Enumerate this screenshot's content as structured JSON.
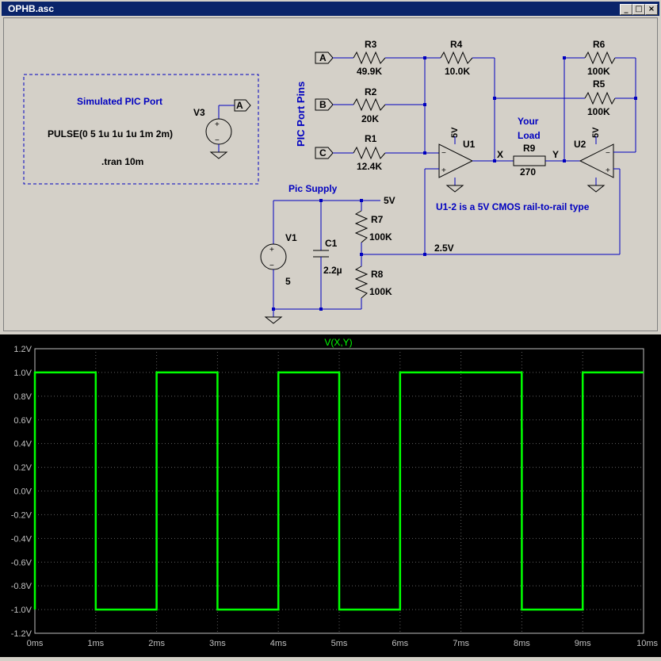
{
  "window": {
    "title": "OPHB.asc",
    "minimize_glyph": "_",
    "restore_glyph": "□",
    "close_glyph": "×"
  },
  "schematic": {
    "sim_box_title": "Simulated PIC Port",
    "pulse_text": "PULSE(0 5 1u 1u 1u 1m 2m)",
    "tran_text": ".tran 10m",
    "v3_label": "V3",
    "port_a": "A",
    "port_b": "B",
    "port_c": "C",
    "pic_port_pins": "PIC Port Pins",
    "r3": {
      "name": "R3",
      "value": "49.9K"
    },
    "r2": {
      "name": "R2",
      "value": "20K"
    },
    "r1": {
      "name": "R1",
      "value": "12.4K"
    },
    "r4": {
      "name": "R4",
      "value": "10.0K"
    },
    "r6": {
      "name": "R6",
      "value": "100K"
    },
    "r5": {
      "name": "R5",
      "value": "100K"
    },
    "r9": {
      "name": "R9",
      "value": "270"
    },
    "r7": {
      "name": "R7",
      "value": "100K"
    },
    "r8": {
      "name": "R8",
      "value": "100K"
    },
    "c1": {
      "name": "C1",
      "value": "2.2µ"
    },
    "v1": {
      "name": "V1",
      "value": "5"
    },
    "u1": "U1",
    "u2": "U2",
    "supply_5v_u1": "5V",
    "supply_5v_u2": "5V",
    "node_x": "X",
    "node_y": "Y",
    "your_load_1": "Your",
    "your_load_2": "Load",
    "pic_supply": "Pic Supply",
    "label_5v": "5V",
    "label_2v5": "2.5V",
    "note": "U1-2 is a 5V CMOS rail-to-rail type"
  },
  "colors": {
    "wire": "#0000c0",
    "trace": "#00ff00",
    "grid": "#606060"
  },
  "chart_data": {
    "type": "line",
    "title": "V(X,Y)",
    "xlabel": "",
    "ylabel": "",
    "xlim": [
      0,
      10
    ],
    "ylim": [
      -1.2,
      1.2
    ],
    "x_ticks": [
      "0ms",
      "1ms",
      "2ms",
      "3ms",
      "4ms",
      "5ms",
      "6ms",
      "7ms",
      "8ms",
      "9ms",
      "10ms"
    ],
    "y_ticks": [
      "1.2V",
      "1.0V",
      "0.8V",
      "0.6V",
      "0.4V",
      "0.2V",
      "0.0V",
      "-0.2V",
      "-0.4V",
      "-0.6V",
      "-0.8V",
      "-1.0V",
      "-1.2V"
    ],
    "grid": true,
    "series": [
      {
        "name": "V(X,Y)",
        "x": [
          0,
          0,
          1,
          1,
          2,
          2,
          3,
          3,
          4,
          4,
          5,
          5,
          6,
          6,
          7,
          7,
          7.999,
          7.999,
          8,
          8,
          9,
          9,
          10
        ],
        "y": [
          -1.0,
          1.0,
          1.0,
          -1.0,
          -1.0,
          1.0,
          1.0,
          -1.0,
          -1.0,
          1.0,
          1.0,
          -1.0,
          -1.0,
          1.0,
          1.0,
          1.0,
          1.0,
          0.52,
          0.52,
          -1.0,
          -1.0,
          1.0,
          1.0
        ]
      }
    ]
  }
}
